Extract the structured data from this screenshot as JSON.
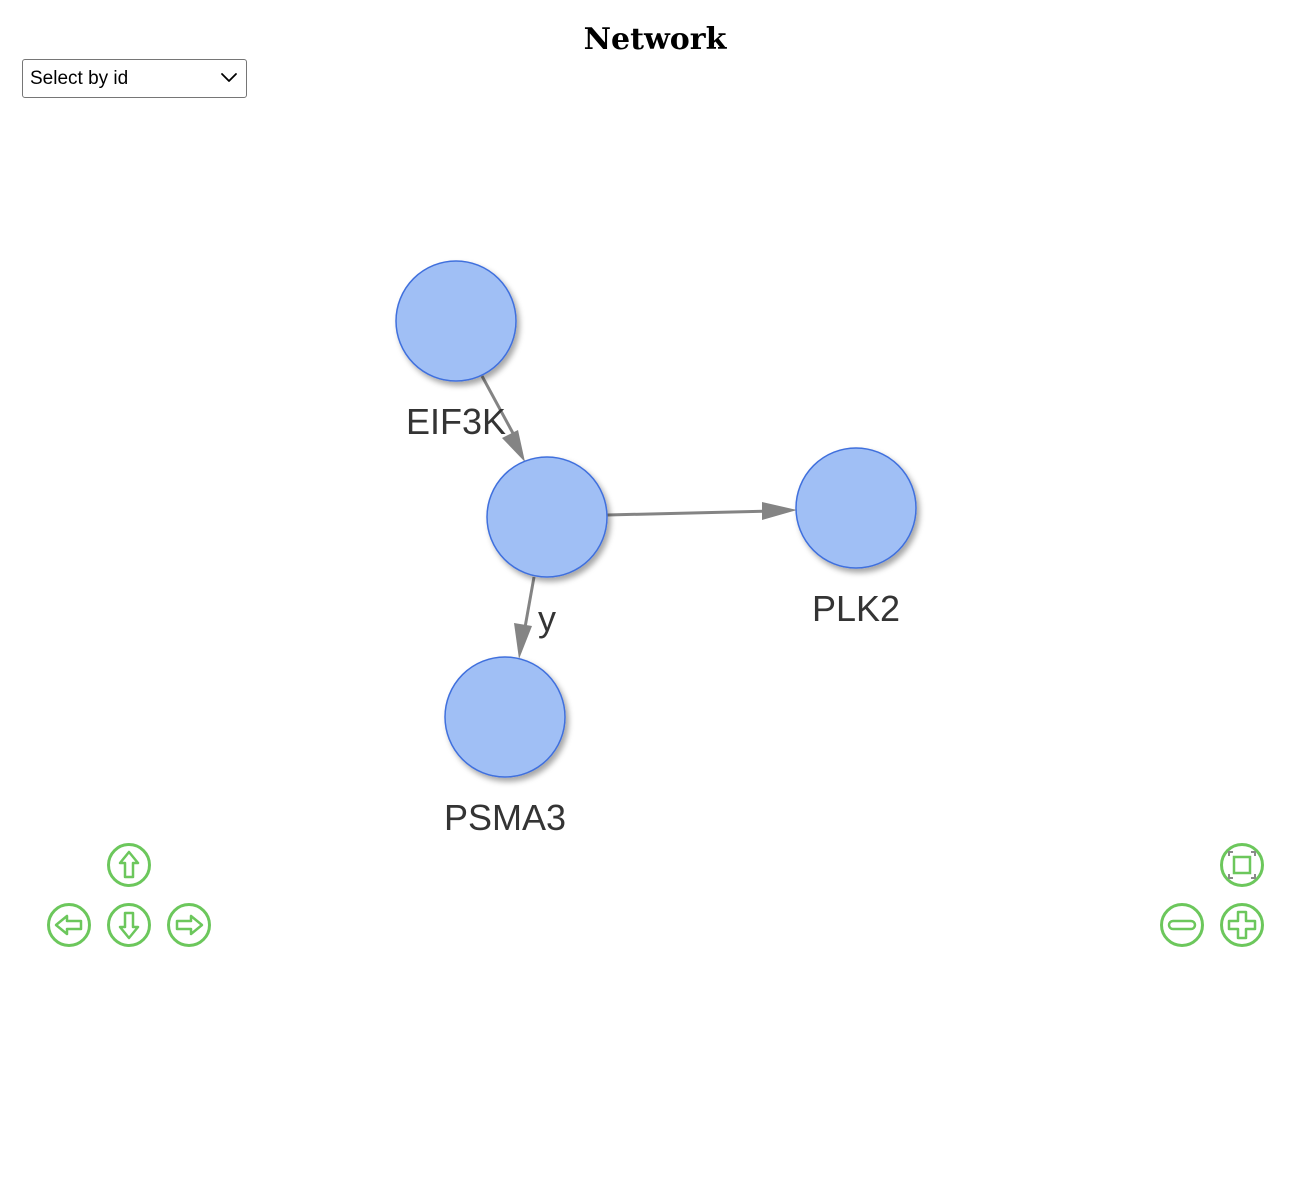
{
  "title": "Network",
  "select": {
    "label": "Select by id"
  },
  "colors": {
    "node_fill": "#a0bff5",
    "node_border": "#3f6fdd",
    "edge": "#848484",
    "label": "#343434",
    "nav_green": "#6cc75c"
  },
  "network": {
    "nodes": [
      {
        "id": "EIF3K",
        "label": "EIF3K"
      },
      {
        "id": "center",
        "label": ""
      },
      {
        "id": "PLK2",
        "label": "PLK2"
      },
      {
        "id": "PSMA3",
        "label": "PSMA3"
      }
    ],
    "edges": [
      {
        "from": "EIF3K",
        "to": "center",
        "label": ""
      },
      {
        "from": "center",
        "to": "PLK2",
        "label": ""
      },
      {
        "from": "center",
        "to": "PSMA3",
        "label": "y"
      }
    ]
  },
  "navigation": {
    "pan_buttons": [
      {
        "name": "pan-up-button",
        "icon": "arrow-up-icon"
      },
      {
        "name": "pan-left-button",
        "icon": "arrow-left-icon"
      },
      {
        "name": "pan-down-button",
        "icon": "arrow-down-icon"
      },
      {
        "name": "pan-right-button",
        "icon": "arrow-right-icon"
      }
    ],
    "zoom_buttons": [
      {
        "name": "zoom-fit-button",
        "icon": "fit-to-screen-icon"
      },
      {
        "name": "zoom-out-button",
        "icon": "minus-icon"
      },
      {
        "name": "zoom-in-button",
        "icon": "plus-icon"
      }
    ]
  }
}
